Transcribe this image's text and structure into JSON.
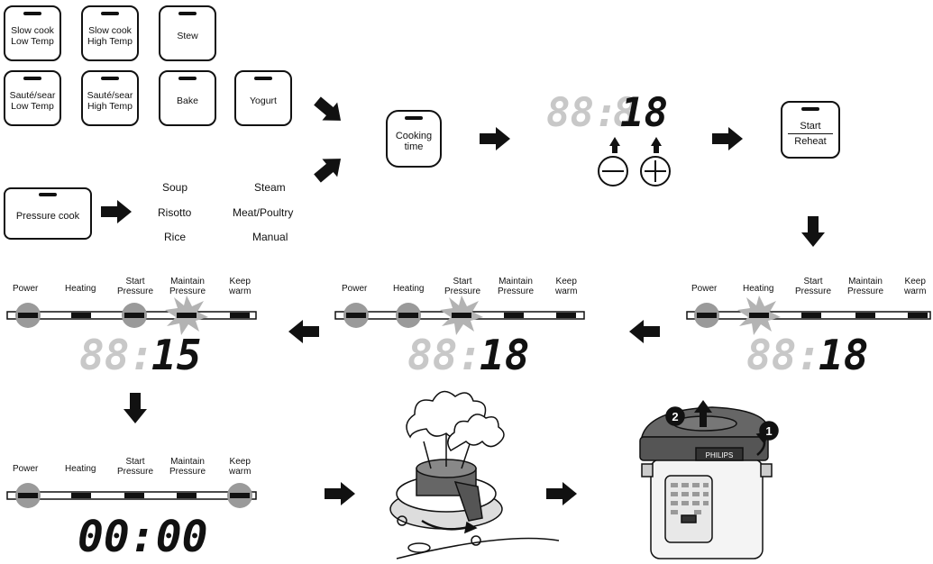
{
  "buttons": {
    "slow_cook_low": "Slow cook\nLow Temp",
    "slow_cook_high": "Slow cook\nHigh Temp",
    "stew": "Stew",
    "saute_low": "Sauté/sear\nLow Temp",
    "saute_high": "Sauté/sear\nHigh Temp",
    "bake": "Bake",
    "yogurt": "Yogurt",
    "pressure_cook": "Pressure cook",
    "cooking_time": "Cooking\ntime",
    "start": "Start",
    "reheat": "Reheat"
  },
  "modes": {
    "soup": "Soup",
    "steam": "Steam",
    "risotto": "Risotto",
    "meat_poultry": "Meat/Poultry",
    "rice": "Rice",
    "manual": "Manual"
  },
  "status_labels": {
    "power": "Power",
    "heating": "Heating",
    "start_pressure": "Start\nPressure",
    "maintain_pressure": "Maintain\nPressure",
    "keep_warm": "Keep\nwarm"
  },
  "displays": {
    "set_time_ghost": "88:",
    "set_time_dim": "8",
    "set_time_value": "18",
    "heating_ghost": "88:",
    "heating_value": "18",
    "start_pressure_ghost": "88:",
    "start_pressure_value": "18",
    "maintain_ghost": "88:",
    "maintain_value": "15",
    "keep_warm_value": "00:00"
  },
  "cooker": {
    "brand": "PHILIPS",
    "step_1": "1",
    "step_2": "2"
  },
  "colors": {
    "ink": "#111111",
    "ghost_digits": "#c8c8c8",
    "indicator_gray": "#9a9a9a",
    "burst_gray": "#b3b3b3",
    "steam_fill": "#ffffff",
    "cooker_dark": "#555555"
  },
  "icons": [
    "arrow-right-icon",
    "arrow-left-icon",
    "arrow-down-icon",
    "arrow-up-icon",
    "minus-icon",
    "plus-icon",
    "steam-release-icon",
    "pressure-cooker-icon"
  ]
}
